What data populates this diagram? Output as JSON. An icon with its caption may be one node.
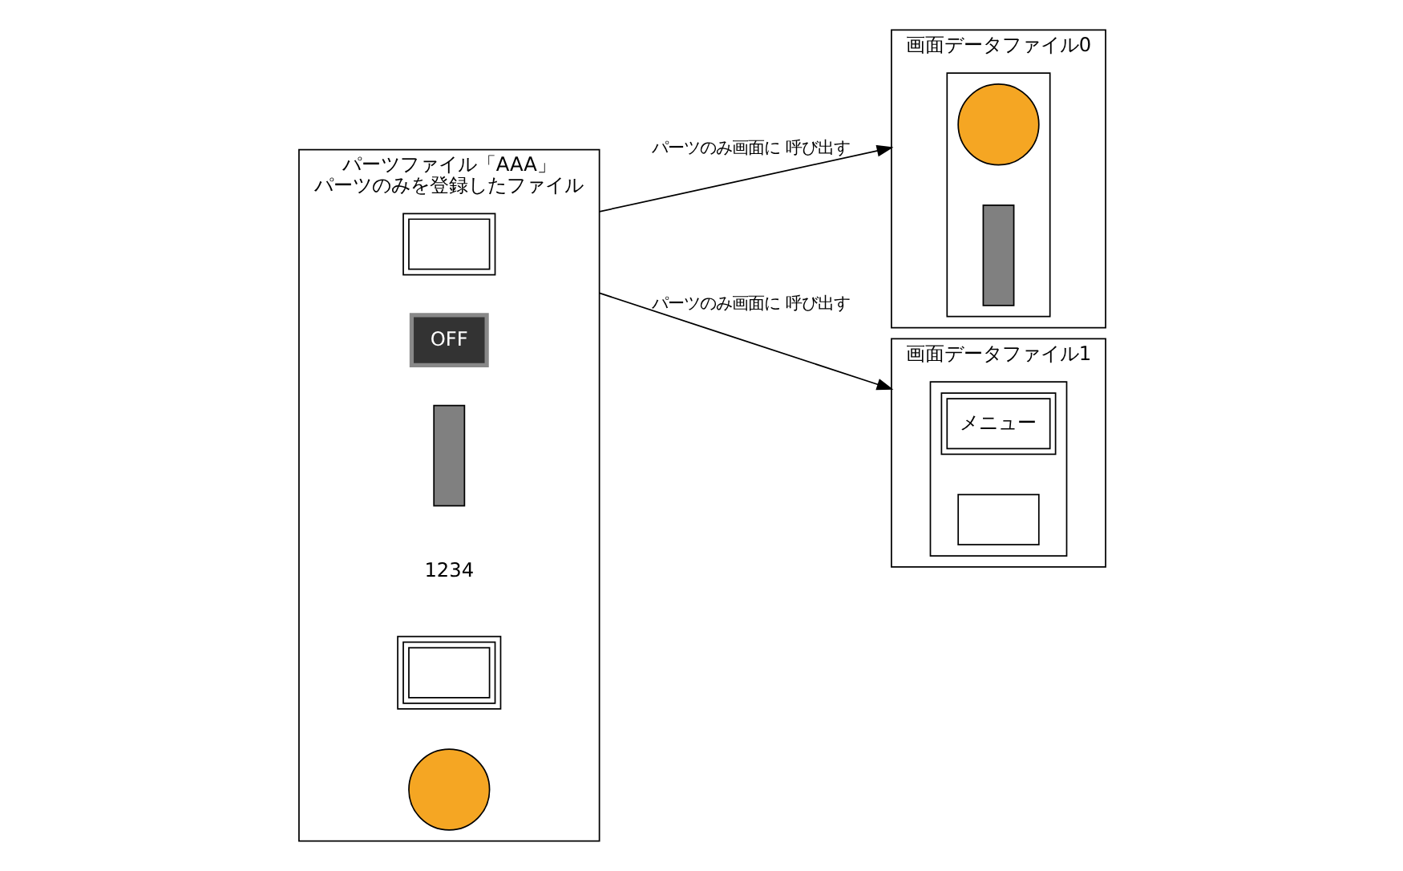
{
  "diagram": {
    "nodes": [
      {
        "text": [
          "パーツファイル「AAA」",
          "パーツのみを登録したファイル"
        ]
      },
      {
        "text": [],
        "shape": "box",
        "in": 0
      },
      {
        "text": [
          "OFF"
        ],
        "in": 0
      },
      {
        "text": [],
        "shape": "bar",
        "in": 0
      },
      {
        "text": [
          "1234"
        ],
        "in": 0
      },
      {
        "text": [],
        "shape": "box",
        "in": 0
      },
      {
        "text": [],
        "shape": "circle",
        "in": 0
      },
      {
        "text": [
          "画面データファイル0"
        ]
      },
      {
        "text": [],
        "shape": "box",
        "in": 7
      },
      {
        "text": [],
        "shape": "circle",
        "in": 8
      },
      {
        "text": [],
        "shape": "bar",
        "in": 8
      },
      {
        "text": [
          "画面データファイル1"
        ]
      },
      {
        "text": [],
        "shape": "box",
        "in": 11
      },
      {
        "text": [
          "メニュー"
        ],
        "in": 12
      },
      {
        "text": [],
        "shape": "box",
        "in": 12
      }
    ],
    "edges": [
      {
        "from": 0,
        "to": 7,
        "label": "パーツのみ画面に 呼び出す",
        "arrow": "to"
      },
      {
        "from": 0,
        "to": 11,
        "label": "パーツのみ画面に 呼び出す",
        "arrow": "to"
      }
    ]
  }
}
